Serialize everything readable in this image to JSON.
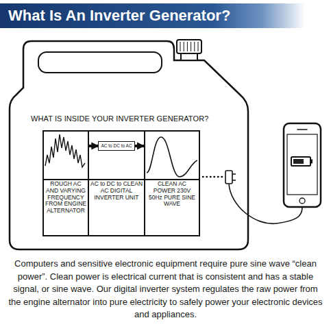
{
  "diagram": {
    "title": "What Is An Inverter Generator?",
    "caption": "Computers and sensitive electronic equipment require pure sine wave “clean power”. Clean power is electrical current that is consistent and has a stable signal, or sine wave. Our digital inverter system regulates the raw power from the engine alternator into pure electricity to safely power your electronic devices and appliances.",
    "nodes": [
      {
        "text": [
          "WHAT IS INSIDE YOUR INVERTER GENERATOR?"
        ]
      },
      {
        "text": [
          "ROUGH AC AND VARYING FREQUENCY FROM ENGINE ALTERNATOR"
        ],
        "in": 0
      },
      {
        "text": [
          "AC to DC to CLEAN AC DIGITAL INVERTER UNIT"
        ],
        "in": 0
      },
      {
        "text": [
          "AC to DC to AC"
        ],
        "in": 2
      },
      {
        "text": [
          "CLEAN AC POWER 230V 50Hz PURE SINE WAVE"
        ],
        "in": 0
      }
    ],
    "edges": [
      {
        "from": 1,
        "to": 3,
        "arrow": "to"
      },
      {
        "from": 3,
        "to": 4,
        "arrow": "to"
      }
    ]
  }
}
